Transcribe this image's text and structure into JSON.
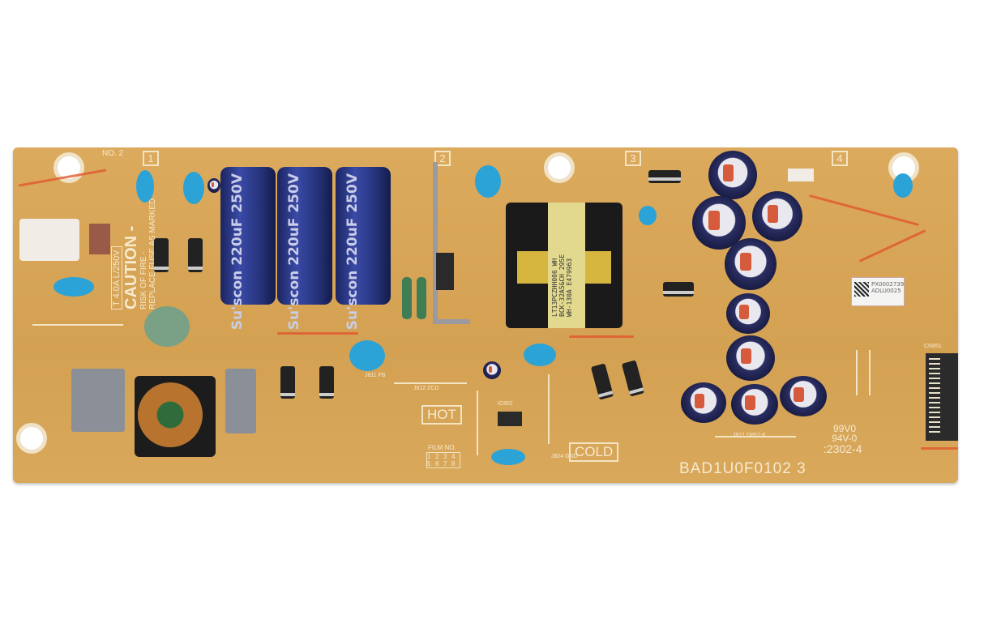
{
  "board": {
    "part_number": "BAD1U0F0102 3",
    "zone_hot": "HOT",
    "zone_cold": "COLD",
    "caution_title": "CAUTION -",
    "caution_line1": "RISK OF FIRE -",
    "caution_line2": "REPLACE FUSE AS MARKED",
    "fuse_rating": "T 4.0A L/250V",
    "section_markers": [
      "1",
      "2",
      "3",
      "4"
    ],
    "no_label": "NO. 2",
    "film_label": "FILM NO.",
    "film_digits": [
      "1",
      "2",
      "3",
      "4",
      "5",
      "6",
      "7",
      "8"
    ],
    "date_code": ":2302-4",
    "flammability": "94V-0",
    "cert": "99V0",
    "connector_label": "CN851",
    "ic_label": "IC802",
    "jumper_labels": [
      "J824 GND",
      "J821 D857-K",
      "J812 ZCD",
      "J811 FB"
    ]
  },
  "capacitors": {
    "brand": "Su'scon",
    "value": "220uF",
    "voltage": "250V"
  },
  "transformer": {
    "line1": "LT13PCZHH006 WH",
    "line2": "BCK-32A5&CH 295E",
    "line3": "WH-130A E479963"
  },
  "sticker": {
    "line1": "PX0002739",
    "line2": "ADLU0025"
  },
  "colors": {
    "board": "#d6a457",
    "cap_blue": "#2b3a8c",
    "ceramic_blue": "#2ba3d6",
    "marker": "#e0572e"
  }
}
